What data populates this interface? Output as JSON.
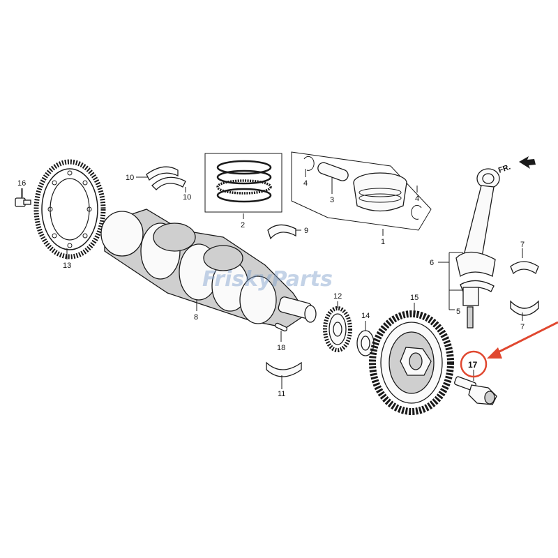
{
  "watermark": "FriskyParts",
  "direction_label": "FR.",
  "highlight": {
    "part": "17",
    "color": "#e0472f"
  },
  "callouts": {
    "p1": "1",
    "p2": "2",
    "p3": "3",
    "p4a": "4",
    "p4b": "4",
    "p5": "5",
    "p6": "6",
    "p7a": "7",
    "p7b": "7",
    "p8": "8",
    "p9": "9",
    "p10a": "10",
    "p10b": "10",
    "p11": "11",
    "p12": "12",
    "p13": "13",
    "p14": "14",
    "p15": "15",
    "p16": "16",
    "p17": "17",
    "p18": "18"
  }
}
